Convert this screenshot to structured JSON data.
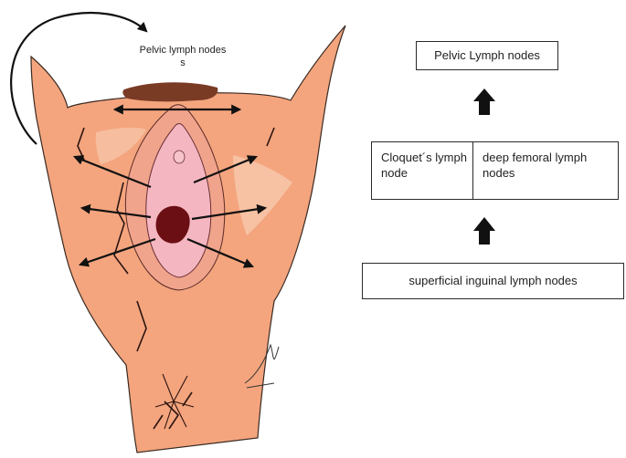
{
  "illustration": {
    "label_line1": "Pelvic lymph nodes",
    "label_line2": "s"
  },
  "flow": {
    "top_box": "Pelvic Lymph nodes",
    "middle_left": "Cloquet´s lymph node",
    "middle_right": "deep femoral lymph nodes",
    "bottom_box": "superficial inguinal lymph nodes"
  },
  "colors": {
    "skin": "#f4a57e",
    "skin_light": "#f7c9ae",
    "labia": "#f4b6c1",
    "lesion": "#6b0f14",
    "hair": "#7a3b25",
    "arrow": "#111111"
  }
}
